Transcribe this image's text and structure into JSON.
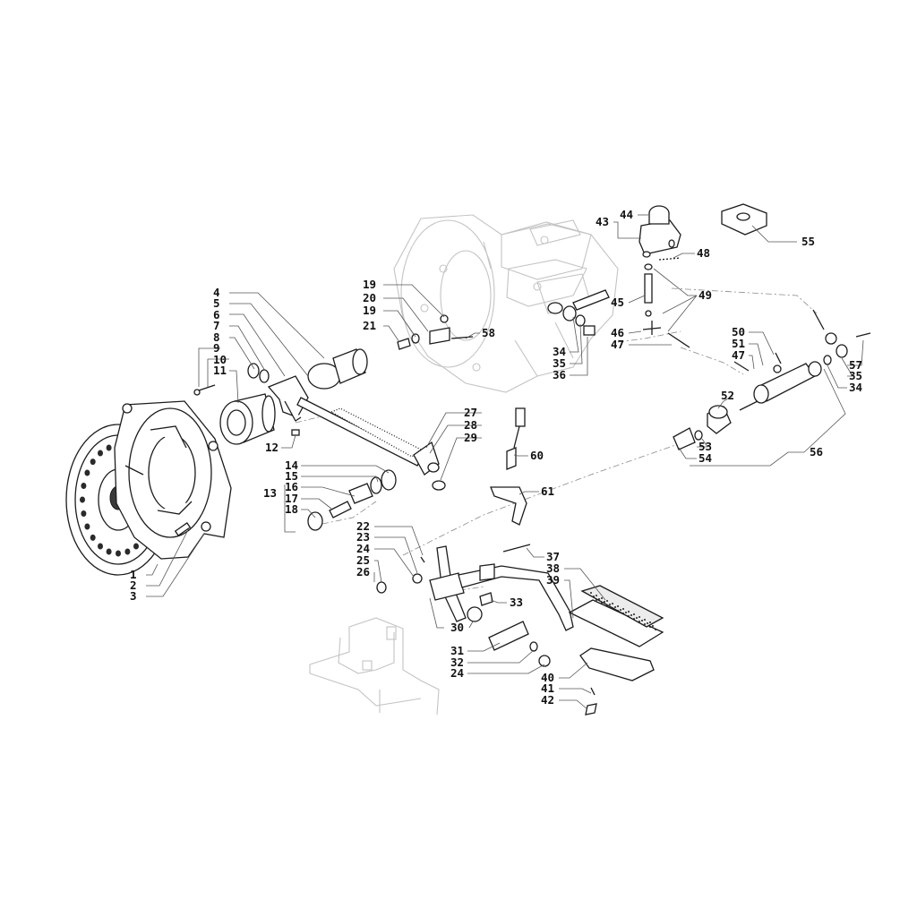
{
  "labels": [
    {
      "text": "1"
    },
    {
      "text": "2"
    },
    {
      "text": "3"
    },
    {
      "text": "4"
    },
    {
      "text": "5"
    },
    {
      "text": "6"
    },
    {
      "text": "7"
    },
    {
      "text": "8"
    },
    {
      "text": "9"
    },
    {
      "text": "10"
    },
    {
      "text": "11"
    },
    {
      "text": "12"
    },
    {
      "text": "13"
    },
    {
      "text": "14"
    },
    {
      "text": "15"
    },
    {
      "text": "16"
    },
    {
      "text": "17"
    },
    {
      "text": "18"
    },
    {
      "text": "19"
    },
    {
      "text": "20"
    },
    {
      "text": "19"
    },
    {
      "text": "21"
    },
    {
      "text": "58"
    },
    {
      "text": "22"
    },
    {
      "text": "23"
    },
    {
      "text": "24"
    },
    {
      "text": "25"
    },
    {
      "text": "26"
    },
    {
      "text": "27"
    },
    {
      "text": "28"
    },
    {
      "text": "29"
    },
    {
      "text": "30"
    },
    {
      "text": "31"
    },
    {
      "text": "32"
    },
    {
      "text": "24"
    },
    {
      "text": "33"
    },
    {
      "text": "34"
    },
    {
      "text": "35"
    },
    {
      "text": "36"
    },
    {
      "text": "37"
    },
    {
      "text": "38"
    },
    {
      "text": "39"
    },
    {
      "text": "40"
    },
    {
      "text": "41"
    },
    {
      "text": "42"
    },
    {
      "text": "43"
    },
    {
      "text": "44"
    },
    {
      "text": "45"
    },
    {
      "text": "46"
    },
    {
      "text": "47"
    },
    {
      "text": "48"
    },
    {
      "text": "49"
    },
    {
      "text": "50"
    },
    {
      "text": "51"
    },
    {
      "text": "47"
    },
    {
      "text": "52"
    },
    {
      "text": "53"
    },
    {
      "text": "54"
    },
    {
      "text": "55"
    },
    {
      "text": "56"
    },
    {
      "text": "57"
    },
    {
      "text": "35"
    },
    {
      "text": "34"
    },
    {
      "text": "60"
    },
    {
      "text": "61"
    }
  ]
}
